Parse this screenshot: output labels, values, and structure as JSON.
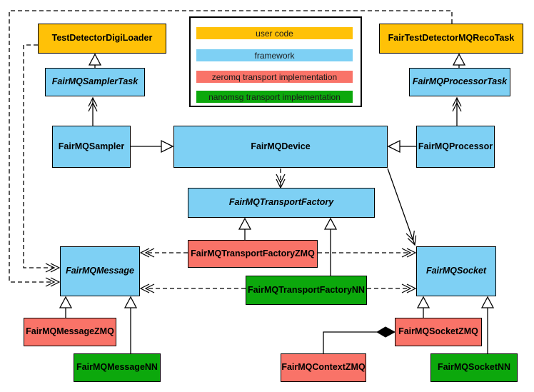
{
  "colors": {
    "user_code": "#FFC107",
    "framework": "#7ED0F4",
    "zeromq_transport": "#F97368",
    "nanomsg_transport": "#0CA80C",
    "line": "#000000",
    "background": "#FFFFFF"
  },
  "legend": {
    "items": [
      {
        "label": "user code",
        "color": "#FFC107"
      },
      {
        "label": "framework",
        "color": "#7ED0F4"
      },
      {
        "label": "zeromq transport implementation",
        "color": "#F97368"
      },
      {
        "label": "nanomsg transport implementation",
        "color": "#0CA80C"
      }
    ]
  },
  "nodes": {
    "test_detector_digi_loader": {
      "label": "TestDetectorDigiLoader",
      "category": "user code",
      "abstract": false
    },
    "fair_test_detector_mq_reco_task": {
      "label": "FairTestDetectorMQRecoTask",
      "category": "user code",
      "abstract": false
    },
    "fairmq_sampler_task": {
      "label": "FairMQSamplerTask",
      "category": "framework",
      "abstract": true
    },
    "fairmq_processor_task": {
      "label": "FairMQProcessorTask",
      "category": "framework",
      "abstract": true
    },
    "fairmq_sampler": {
      "label": "FairMQSampler",
      "category": "framework",
      "abstract": false
    },
    "fairmq_device": {
      "label": "FairMQDevice",
      "category": "framework",
      "abstract": false
    },
    "fairmq_processor": {
      "label": "FairMQProcessor",
      "category": "framework",
      "abstract": false
    },
    "fairmq_transport_factory": {
      "label": "FairMQTransportFactory",
      "category": "framework",
      "abstract": true
    },
    "fairmq_transport_factory_zmq": {
      "label": "FairMQTransportFactoryZMQ",
      "category": "zeromq transport",
      "abstract": false
    },
    "fairmq_transport_factory_nn": {
      "label": "FairMQTransportFactoryNN",
      "category": "nanomsg transport",
      "abstract": false
    },
    "fairmq_message": {
      "label": "FairMQMessage",
      "category": "framework",
      "abstract": true
    },
    "fairmq_socket": {
      "label": "FairMQSocket",
      "category": "framework",
      "abstract": true
    },
    "fairmq_message_zmq": {
      "label": "FairMQMessageZMQ",
      "category": "zeromq transport",
      "abstract": false
    },
    "fairmq_message_nn": {
      "label": "FairMQMessageNN",
      "category": "nanomsg transport",
      "abstract": false
    },
    "fairmq_context_zmq": {
      "label": "FairMQContextZMQ",
      "category": "zeromq transport",
      "abstract": false
    },
    "fairmq_socket_zmq": {
      "label": "FairMQSocketZMQ",
      "category": "zeromq transport",
      "abstract": false
    },
    "fairmq_socket_nn": {
      "label": "FairMQSocketNN",
      "category": "nanomsg transport",
      "abstract": false
    }
  },
  "edges": [
    {
      "from": "fairmq_sampler_task",
      "to": "test_detector_digi_loader",
      "kind": "generalization",
      "style": "solid"
    },
    {
      "from": "fairmq_processor_task",
      "to": "fair_test_detector_mq_reco_task",
      "kind": "generalization",
      "style": "solid"
    },
    {
      "from": "fairmq_sampler",
      "to": "fairmq_device",
      "kind": "generalization",
      "style": "solid"
    },
    {
      "from": "fairmq_processor",
      "to": "fairmq_device",
      "kind": "generalization",
      "style": "solid"
    },
    {
      "from": "fairmq_sampler",
      "to": "fairmq_sampler_task",
      "kind": "association",
      "style": "solid"
    },
    {
      "from": "fairmq_processor",
      "to": "fairmq_processor_task",
      "kind": "association",
      "style": "solid"
    },
    {
      "from": "fairmq_device",
      "to": "fairmq_transport_factory",
      "kind": "dependency",
      "style": "dashed"
    },
    {
      "from": "fairmq_device",
      "to": "fairmq_socket",
      "kind": "association",
      "style": "solid"
    },
    {
      "from": "test_detector_digi_loader",
      "to": "fairmq_message",
      "kind": "dependency",
      "style": "dashed"
    },
    {
      "from": "fair_test_detector_mq_reco_task",
      "to": "fairmq_message",
      "kind": "dependency",
      "style": "dashed"
    },
    {
      "from": "fairmq_transport_factory_zmq",
      "to": "fairmq_transport_factory",
      "kind": "generalization",
      "style": "solid"
    },
    {
      "from": "fairmq_transport_factory_nn",
      "to": "fairmq_transport_factory",
      "kind": "generalization",
      "style": "solid"
    },
    {
      "from": "fairmq_transport_factory_zmq",
      "to": "fairmq_message",
      "kind": "dependency",
      "style": "dashed"
    },
    {
      "from": "fairmq_transport_factory_zmq",
      "to": "fairmq_socket",
      "kind": "dependency",
      "style": "dashed"
    },
    {
      "from": "fairmq_transport_factory_nn",
      "to": "fairmq_message",
      "kind": "dependency",
      "style": "dashed"
    },
    {
      "from": "fairmq_transport_factory_nn",
      "to": "fairmq_socket",
      "kind": "dependency",
      "style": "dashed"
    },
    {
      "from": "fairmq_message_zmq",
      "to": "fairmq_message",
      "kind": "generalization",
      "style": "solid"
    },
    {
      "from": "fairmq_message_nn",
      "to": "fairmq_message",
      "kind": "generalization",
      "style": "solid"
    },
    {
      "from": "fairmq_socket_zmq",
      "to": "fairmq_socket",
      "kind": "generalization",
      "style": "solid"
    },
    {
      "from": "fairmq_socket_nn",
      "to": "fairmq_socket",
      "kind": "generalization",
      "style": "solid"
    },
    {
      "from": "fairmq_context_zmq",
      "to": "fairmq_socket_zmq",
      "kind": "composition",
      "style": "solid"
    }
  ]
}
